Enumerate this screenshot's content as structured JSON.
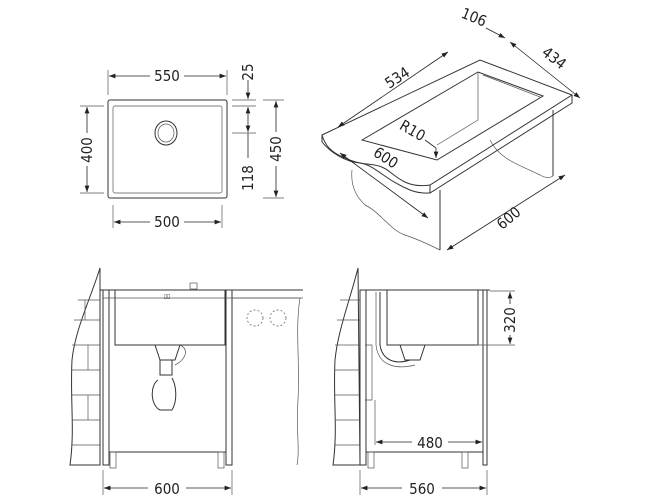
{
  "plan_view": {
    "outer_width": "550",
    "inner_width": "500",
    "inner_depth": "400",
    "outer_depth": "450",
    "rim_offset": "25",
    "drain_offset": "118"
  },
  "iso_view": {
    "back_edge": "106",
    "side_length": "434",
    "top_length": "534",
    "corner_radius": "R10",
    "counter_depth": "600",
    "cabinet_depth": "600"
  },
  "front_view": {
    "cabinet_width": "600"
  },
  "side_view": {
    "cabinet_depth": "560",
    "inner_depth": "480",
    "bowl_depth": "320"
  }
}
